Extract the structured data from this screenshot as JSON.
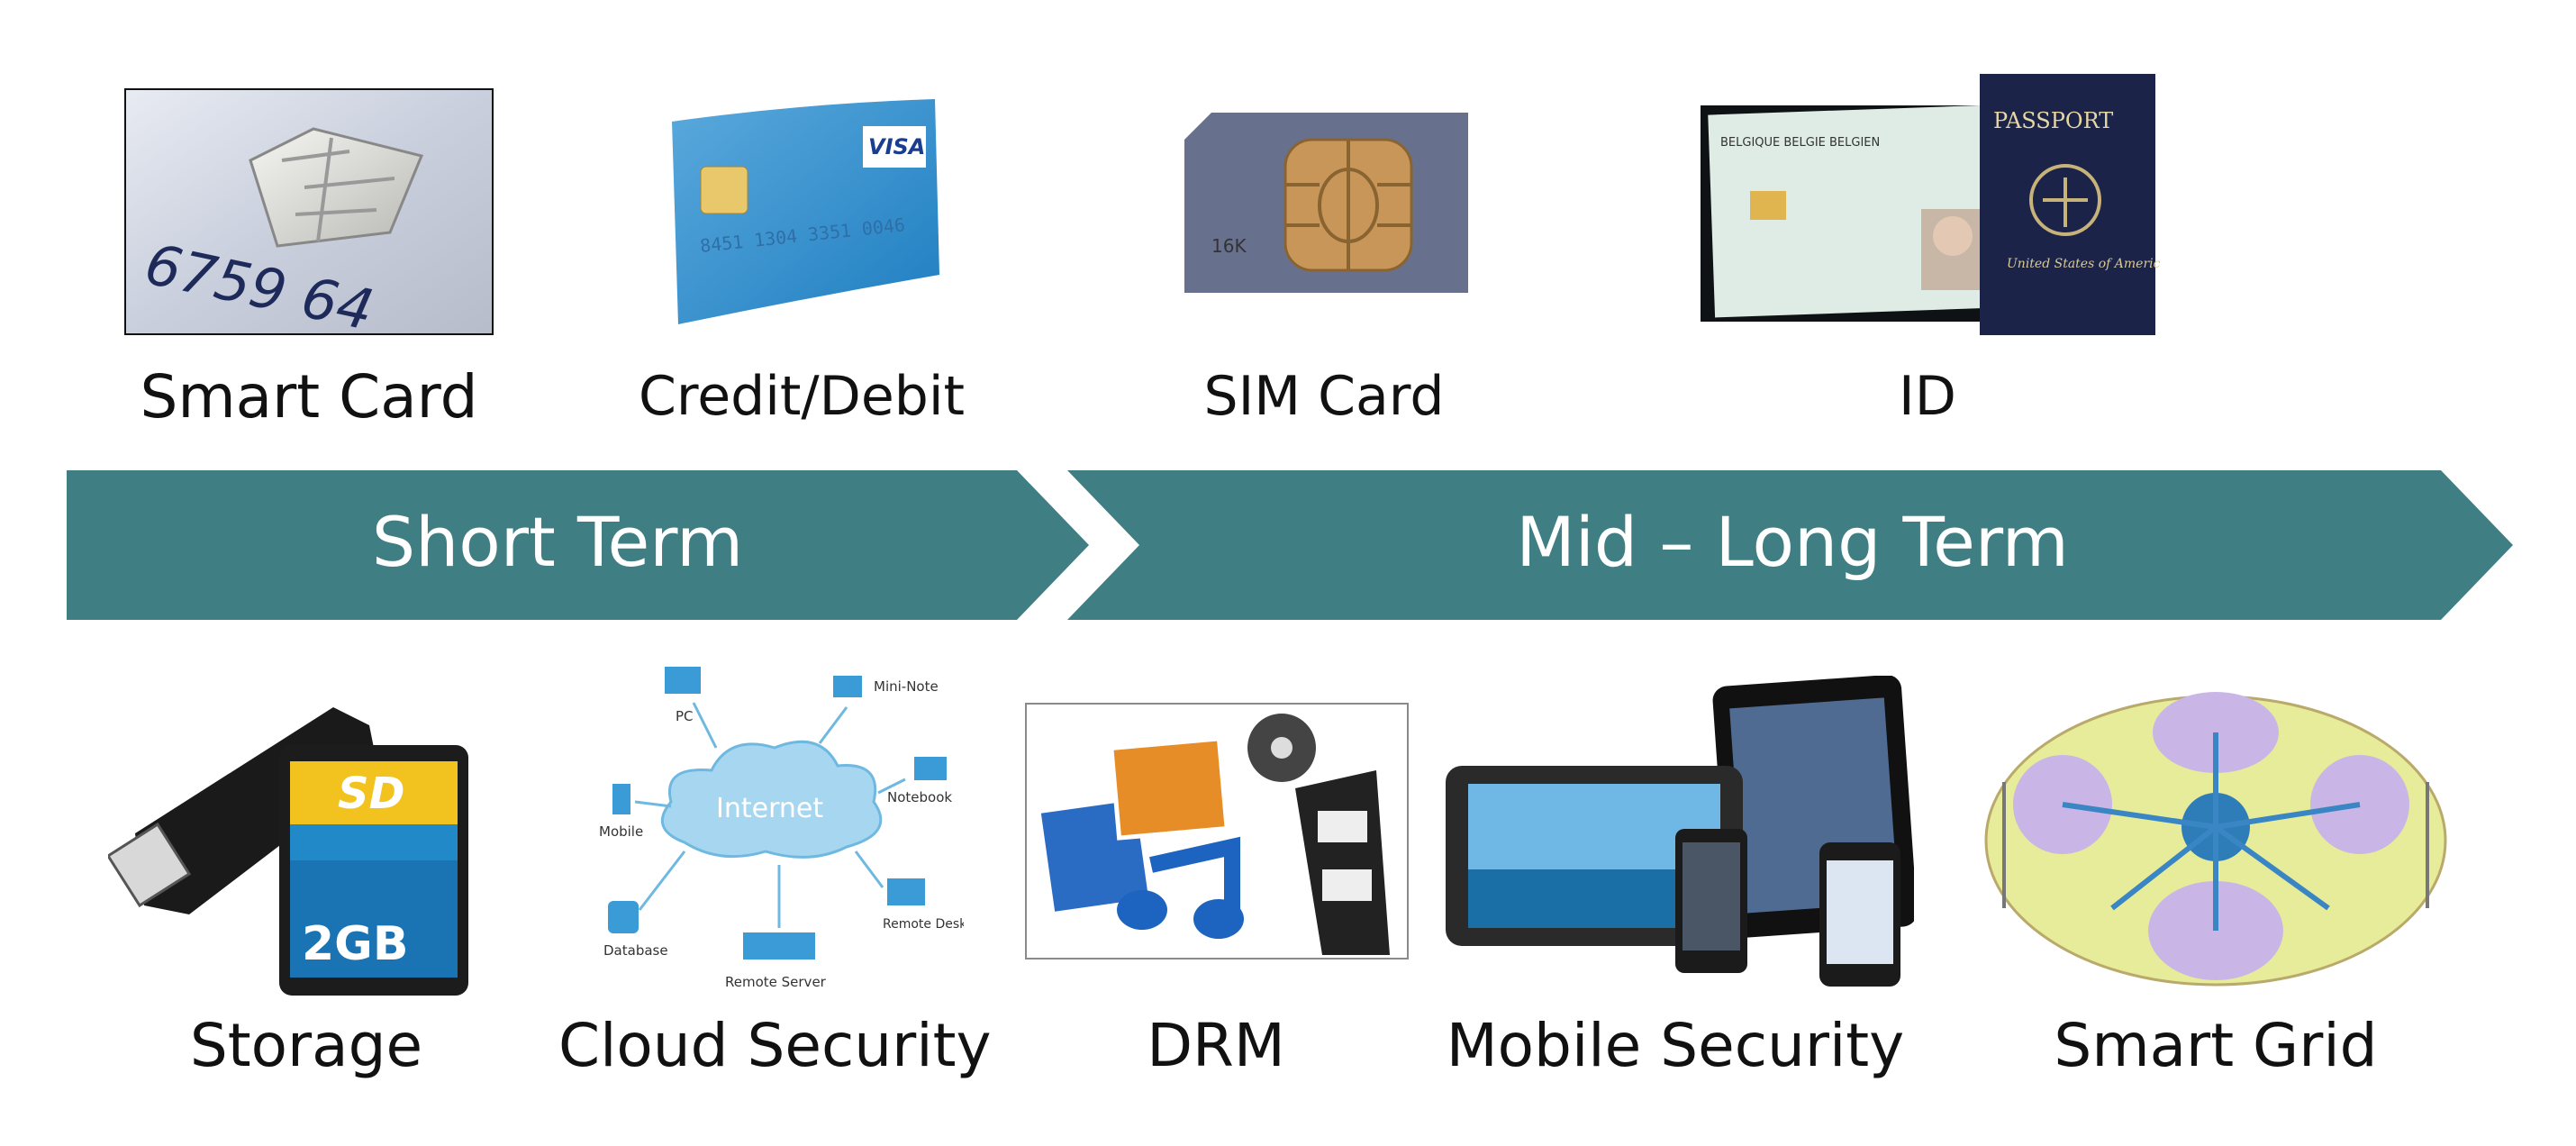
{
  "top_row": {
    "smart_card": "Smart Card",
    "credit_debit": "Credit/Debit",
    "sim_card": "SIM Card",
    "id": "ID"
  },
  "timeline": {
    "short_term": "Short Term",
    "mid_long_term": "Mid – Long Term",
    "color": "#3f7e82"
  },
  "bottom_row": {
    "storage": "Storage",
    "cloud_security": "Cloud Security",
    "drm": "DRM",
    "mobile_security": "Mobile Security",
    "smart_grid": "Smart Grid"
  },
  "image_text": {
    "card_number": "6759 64",
    "credit_number": "8451 1304 3351 0046",
    "visa": "VISA",
    "sim_number": "16K",
    "passport": "PASSPORT",
    "passport_country": "United States of America",
    "id_header": "BELGIQUE  BELGIE  BELGIEN",
    "usb_capacity": "2GB",
    "sd_logo": "SD",
    "cloud": "Internet",
    "cloud_nodes": [
      "PC",
      "Mini-Note",
      "Notebook",
      "Remote Desktop",
      "Remote Server",
      "Database",
      "Mobile"
    ]
  }
}
